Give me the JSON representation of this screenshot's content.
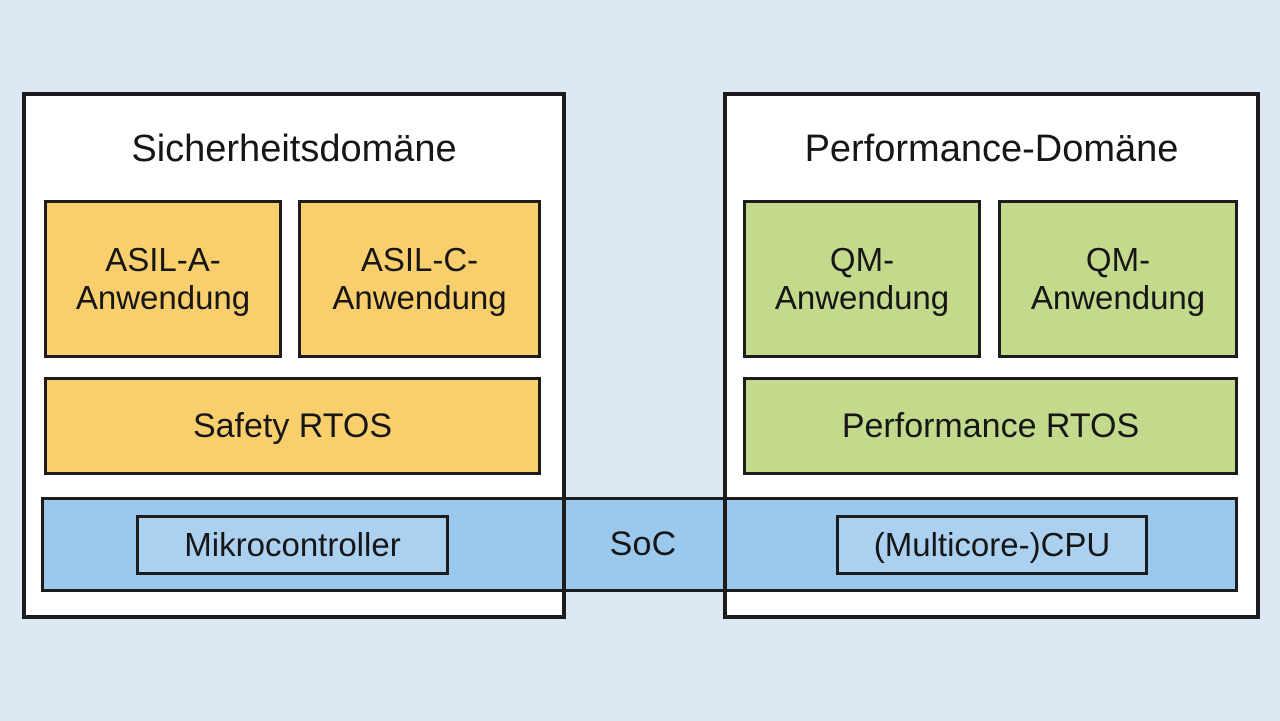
{
  "diagram": {
    "title_hidden": "",
    "colors": {
      "background": "#dce9f4",
      "safety_fill": "#f9cf6e",
      "performance_fill": "#c3da8d",
      "soc_fill": "#9bc8ed",
      "stroke": "#1c1c1c",
      "domain_fill": "#ffffff"
    },
    "soc": {
      "label": "SoC"
    },
    "domains": [
      {
        "id": "safety",
        "title": "Sicherheitsdomäne",
        "applications": [
          {
            "line1": "ASIL-A-",
            "line2": "Anwendung"
          },
          {
            "line1": "ASIL-C-",
            "line2": "Anwendung"
          }
        ],
        "rtos": "Safety RTOS",
        "processor": "Mikrocontroller"
      },
      {
        "id": "performance",
        "title": "Performance-Domäne",
        "applications": [
          {
            "line1": "QM-",
            "line2": "Anwendung"
          },
          {
            "line1": "QM-",
            "line2": "Anwendung"
          }
        ],
        "rtos": "Performance RTOS",
        "processor": "(Multicore-)CPU"
      }
    ]
  }
}
